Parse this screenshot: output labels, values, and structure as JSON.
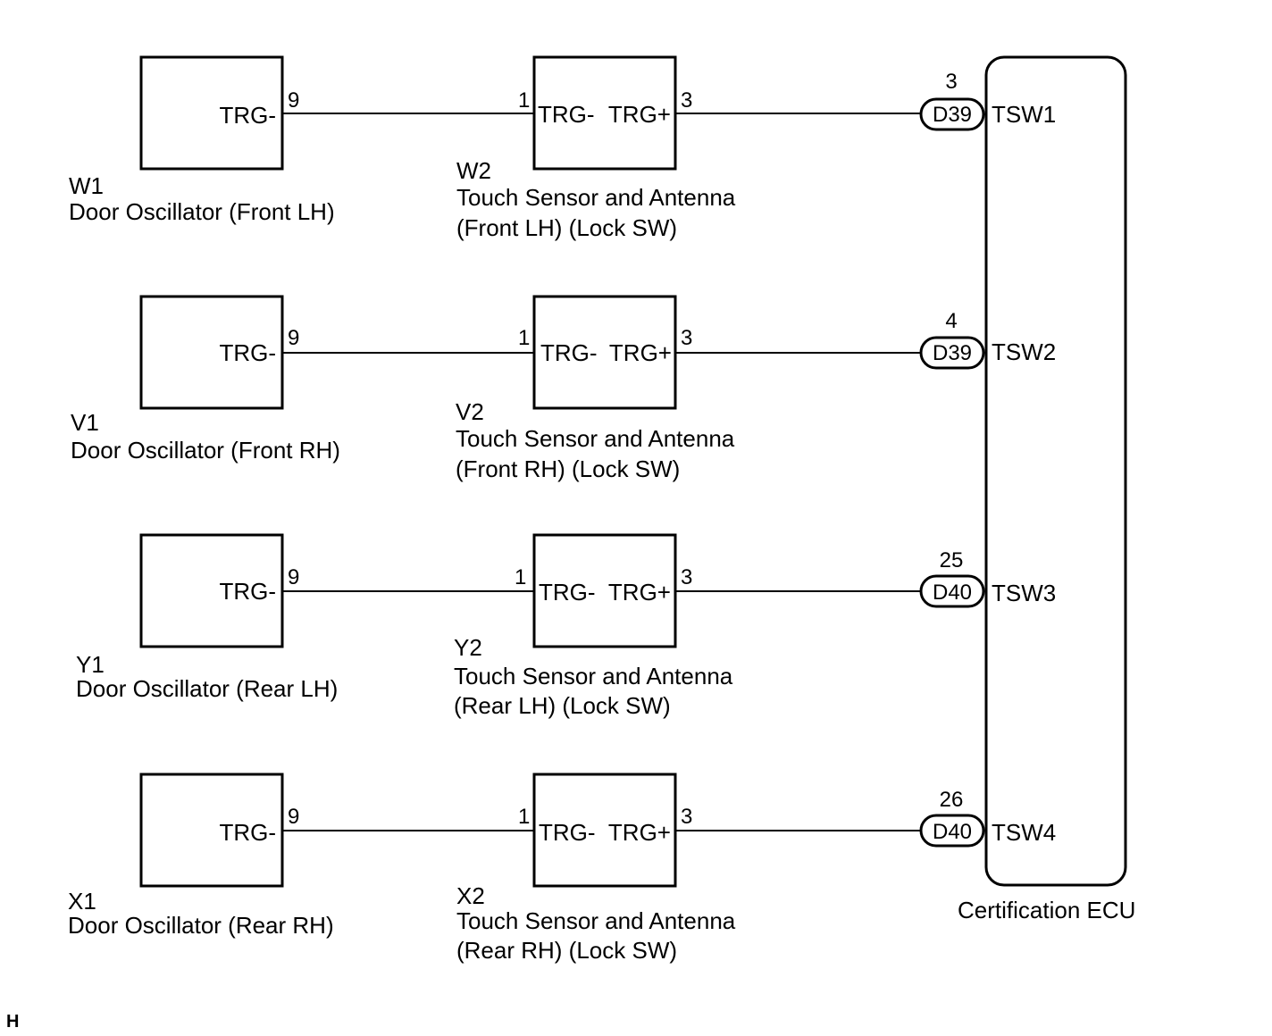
{
  "rows": [
    {
      "osc": {
        "code": "W1",
        "name": "Door Oscillator (Front LH)",
        "terminal": "TRG-",
        "pin": "9"
      },
      "sensor": {
        "code": "W2",
        "name": "Touch Sensor and Antenna",
        "name2": "(Front LH) (Lock SW)",
        "term_in": "TRG-",
        "term_out": "TRG+",
        "pin_in": "1",
        "pin_out": "3"
      },
      "connector": {
        "id": "D39",
        "pin": "3"
      },
      "ecu_terminal": "TSW1"
    },
    {
      "osc": {
        "code": "V1",
        "name": "Door Oscillator (Front RH)",
        "terminal": "TRG-",
        "pin": "9"
      },
      "sensor": {
        "code": "V2",
        "name": "Touch Sensor and Antenna",
        "name2": "(Front RH) (Lock SW)",
        "term_in": "TRG-",
        "term_out": "TRG+",
        "pin_in": "1",
        "pin_out": "3"
      },
      "connector": {
        "id": "D39",
        "pin": "4"
      },
      "ecu_terminal": "TSW2"
    },
    {
      "osc": {
        "code": "Y1",
        "name": "Door Oscillator (Rear LH)",
        "terminal": "TRG-",
        "pin": "9"
      },
      "sensor": {
        "code": "Y2",
        "name": "Touch Sensor and Antenna",
        "name2": "(Rear LH) (Lock SW)",
        "term_in": "TRG-",
        "term_out": "TRG+",
        "pin_in": "1",
        "pin_out": "3"
      },
      "connector": {
        "id": "D40",
        "pin": "25"
      },
      "ecu_terminal": "TSW3"
    },
    {
      "osc": {
        "code": "X1",
        "name": "Door Oscillator (Rear RH)",
        "terminal": "TRG-",
        "pin": "9"
      },
      "sensor": {
        "code": "X2",
        "name": "Touch Sensor and Antenna",
        "name2": "(Rear RH) (Lock SW)",
        "term_in": "TRG-",
        "term_out": "TRG+",
        "pin_in": "1",
        "pin_out": "3"
      },
      "connector": {
        "id": "D40",
        "pin": "26"
      },
      "ecu_terminal": "TSW4"
    }
  ],
  "ecu": {
    "name": "Certification ECU"
  },
  "corner_mark": "H"
}
